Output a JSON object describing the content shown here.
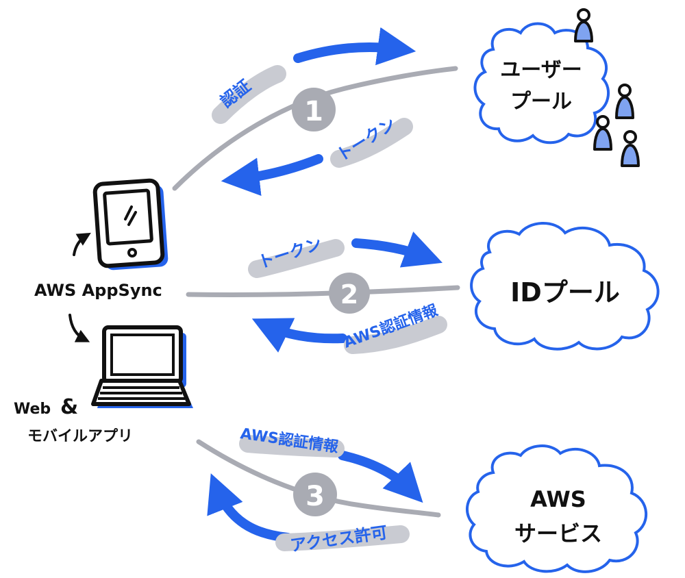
{
  "colors": {
    "blue": "#2563eb",
    "gray": "#a9abb3",
    "highlight": "#c9cbd2",
    "ink": "#111111",
    "cloud_fill": "#ffffff"
  },
  "devices": {
    "client_label": "AWS AppSync",
    "web_label_line1": "Web",
    "web_ampersand": "&",
    "web_label_line2": "モバイルアプリ"
  },
  "clouds": {
    "user_pool_line1": "ユーザー",
    "user_pool_line2": "プール",
    "id_pool": "IDプール",
    "aws_services_line1": "AWS",
    "aws_services_line2": "サービス"
  },
  "flows": [
    {
      "step": "1",
      "forward": "認証",
      "back": "トークン"
    },
    {
      "step": "2",
      "forward": "トークン",
      "back": "AWS認証情報"
    },
    {
      "step": "3",
      "forward": "AWS認証情報",
      "back": "アクセス許可"
    }
  ]
}
